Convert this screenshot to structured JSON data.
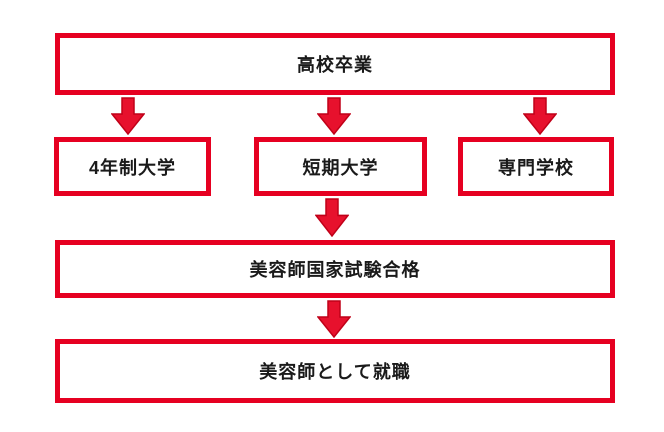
{
  "diagram": {
    "title": "beautician-career-path-flowchart",
    "colors": {
      "accent": "#e60021",
      "arrow_fill": "#e7112d",
      "arrow_stroke": "#c00018",
      "text": "#1a1a1a",
      "background": "#ffffff"
    },
    "nodes": {
      "top": "高校卒業",
      "uni4": "4年制大学",
      "tandai": "短期大学",
      "senmon": "専門学校",
      "exam": "美容師国家試験合格",
      "job": "美容師として就職"
    },
    "icons": {
      "arrow": "down-block-arrow"
    },
    "edges": [
      {
        "from": "top",
        "to": "uni4"
      },
      {
        "from": "top",
        "to": "tandai"
      },
      {
        "from": "top",
        "to": "senmon"
      },
      {
        "from": "tandai",
        "to": "exam"
      },
      {
        "from": "exam",
        "to": "job"
      }
    ]
  }
}
